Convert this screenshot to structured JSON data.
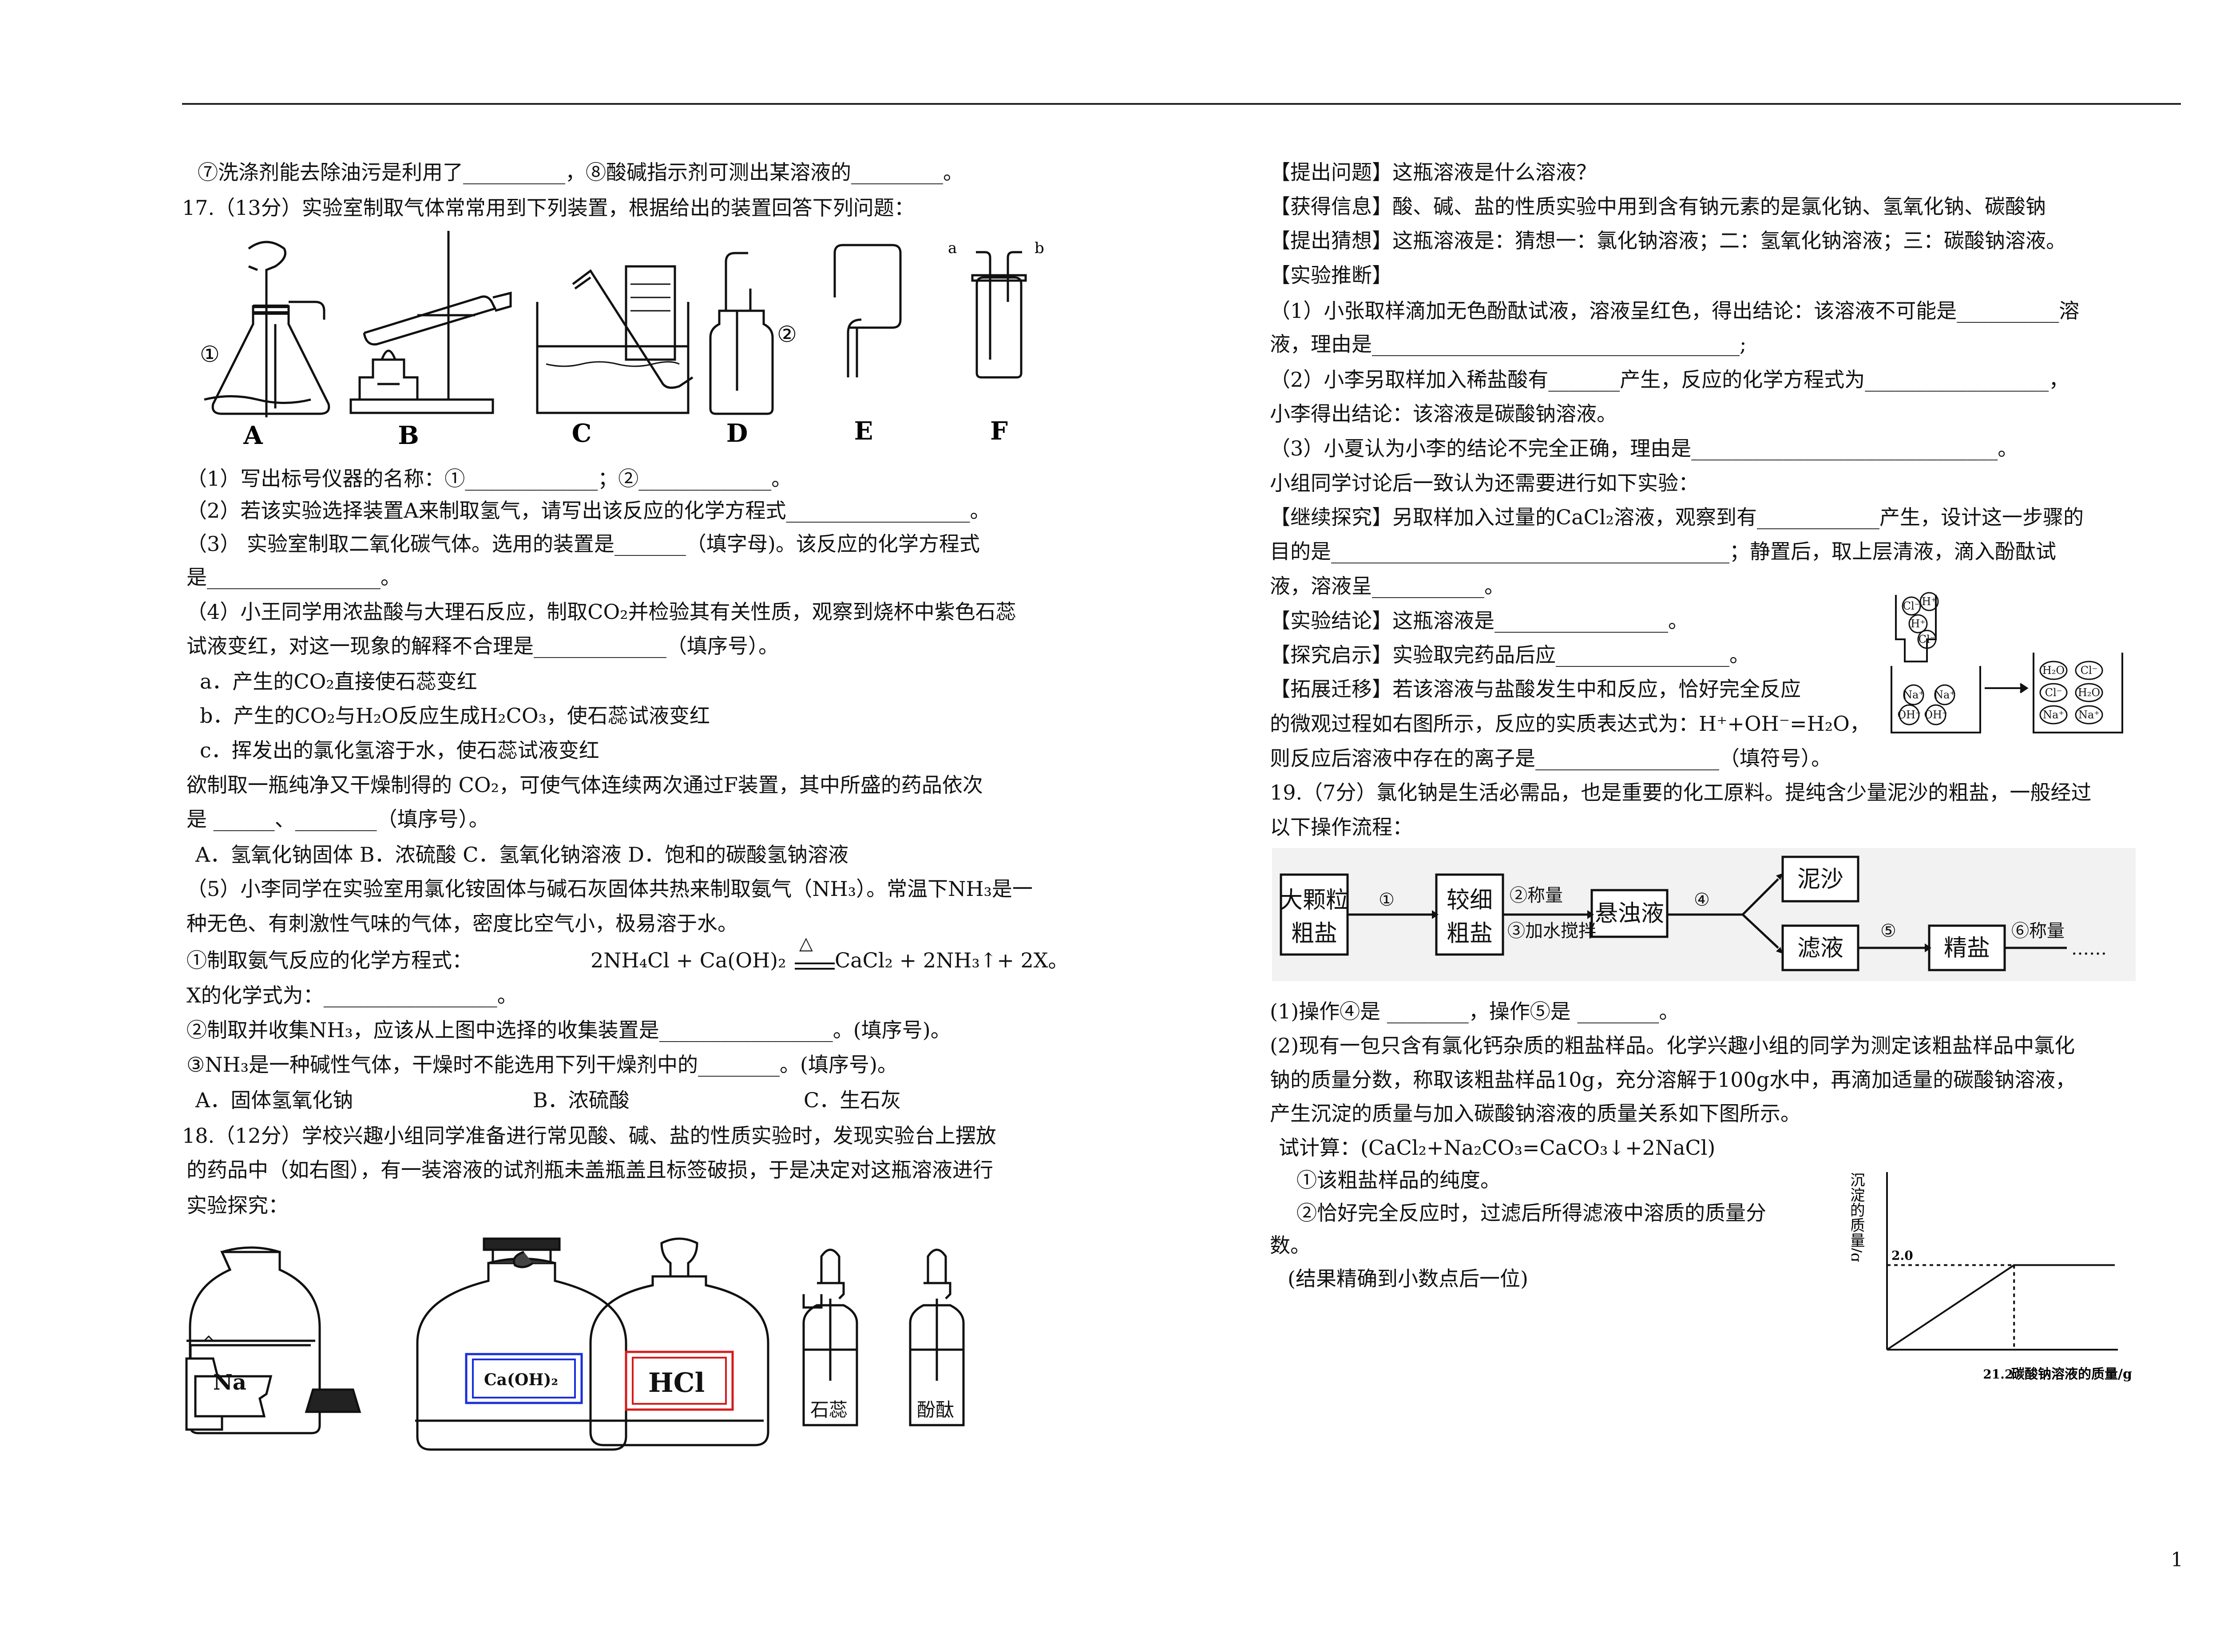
{
  "page": {
    "number": "1"
  },
  "left": {
    "l1": "⑦洗涤剂能去除油污是利用了__________，⑧酸碱指示剂可测出某溶液的_________。",
    "q17": "17.（13分）实验室制取气体常常用到下列装置，根据给出的装置回答下列问题：",
    "apparatus_labels": [
      "A",
      "B",
      "C",
      "D",
      "E",
      "F"
    ],
    "circle1": "①",
    "circle2": "②",
    "port_a": "a",
    "port_b": "b",
    "p1": "（1）写出标号仪器的名称：①_____________；②_____________。",
    "p2": "（2）若该实验选择装置A来制取氢气，请写出该反应的化学方程式__________________。",
    "p3a": "（3） 实验室制取二氧化碳气体。选用的装置是_______（填字母)。该反应的化学方程式",
    "p3b": "是_________________。",
    "p4a": "（4）小王同学用浓盐酸与大理石反应，制取CO₂并检验其有关性质，观察到烧杯中紫色石蕊",
    "p4b": "试液变红，对这一现象的解释不合理是_____________（填序号）。",
    "opt_a": "a．产生的CO₂直接使石蕊变红",
    "opt_b": "b．产生的CO₂与H₂O反应生成H₂CO₃，使石蕊试液变红",
    "opt_c": "c．挥发出的氯化氢溶于水，使石蕊试液变红",
    "p4c": "欲制取一瓶纯净又干燥制得的 CO₂，可使气体连续两次通过F装置，其中所盛的药品依次",
    "p4d": "是 ______、________（填序号）。",
    "p4opts": "A．氢氧化钠固体   B．浓硫酸   C．氢氧化钠溶液   D．饱和的碳酸氢钠溶液",
    "p5a": "（5）小李同学在实验室用氯化铵固体与碱石灰固体共热来制取氨气（NH₃）。常温下NH₃是一",
    "p5b": "种无色、有刺激性气味的气体，密度比空气小，极易溶于水。",
    "p5c_left": "①制取氨气反应的化学方程式：",
    "p5c_eq1": "2NH₄Cl + Ca(OH)₂",
    "p5c_heat": "△",
    "p5c_eq2": "CaCl₂ + 2NH₃↑+ 2X。",
    "p5d": "X的化学式为：_________________。",
    "p5e": "②制取并收集NH₃，应该从上图中选择的收集装置是_________________。(填序号)。",
    "p5f": "③NH₃是一种碱性气体，干燥时不能选用下列干燥剂中的________。(填序号)。",
    "p5g_a": "A．固体氢氧化钠",
    "p5g_b": "B．浓硫酸",
    "p5g_c": "C．生石灰",
    "q18a": "18.（12分）学校兴趣小组同学准备进行常见酸、碱、盐的性质实验时，发现实验台上摆放",
    "q18b": "的药品中（如右图），有一装溶液的试剂瓶未盖瓶盖且标签破损，于是决定对这瓶溶液进行",
    "q18c": "实验探究：",
    "bottle_labels": {
      "na": "Na",
      "caoh": "Ca(OH)₂",
      "hcl": "HCl",
      "litmus": "石蕊",
      "phenol": "酚酞"
    }
  },
  "right": {
    "r1": "【提出问题】这瓶溶液是什么溶液？",
    "r2": "【获得信息】酸、碱、盐的性质实验中用到含有钠元素的是氯化钠、氢氧化钠、碳酸钠",
    "r3": "【提出猜想】这瓶溶液是：猜想一：氯化钠溶液；二：氢氧化钠溶液；三：碳酸钠溶液。",
    "r4": "【实验推断】",
    "r5": "（1）小张取样滴加无色酚酞试液，溶液呈红色，得出结论：该溶液不可能是__________溶",
    "r6": "液，理由是____________________________________;",
    "r7": "（2）小李另取样加入稀盐酸有_______产生，反应的化学方程式为__________________，",
    "r8": "小李得出结论：该溶液是碳酸钠溶液。",
    "r9": "（3）小夏认为小李的结论不完全正确，理由是______________________________。",
    "r10": "小组同学讨论后一致认为还需要进行如下实验：",
    "r11": "【继续探究】另取样加入过量的CaCl₂溶液，观察到有____________产生，设计这一步骤的",
    "r12": "目的是_______________________________________；静置后，取上层清液，滴入酚酞试",
    "r13": "液，溶液呈___________。",
    "r14": "【实验结论】这瓶溶液是_________________。",
    "r15": "【探究启示】实验取完药品后应_________________。",
    "r16": "【拓展迁移】若该溶液与盐酸发生中和反应，恰好完全反应",
    "r17": "的微观过程如右图所示，反应的实质表达式为：H⁺+OH⁻=H₂O，",
    "r18": "则反应后溶液中存在的离子是__________________（填符号）。",
    "q19a": "19.（7分）氯化钠是生活必需品，也是重要的化工原料。提纯含少量泥沙的粗盐，一般经过",
    "q19b": "以下操作流程：",
    "flow": {
      "b1a": "大颗粒",
      "b1b": "粗盐",
      "s1": "①",
      "b2a": "较细",
      "b2b": "粗盐",
      "s2": "②称量",
      "s3": "③加水搅拌",
      "b3": "悬浊液",
      "s4": "④",
      "b4": "泥沙",
      "b5": "滤液",
      "s5": "⑤",
      "b6": "精盐",
      "s6": "⑥称量",
      "tail": "……"
    },
    "ions": {
      "cl": "Cl⁻",
      "h": "H⁺",
      "na": "Na⁺",
      "oh": "OH⁻",
      "h2o": "H₂O"
    },
    "r19": "(1)操作④是 ________，操作⑤是 ________。",
    "r20": "(2)现有一包只含有氯化钙杂质的粗盐样品。化学兴趣小组的同学为测定该粗盐样品中氯化",
    "r21": "钠的质量分数，称取该粗盐样品10g，充分溶解于100g水中，再滴加适量的碳酸钠溶液，",
    "r22": "产生沉淀的质量与加入碳酸钠溶液的质量关系如下图所示。",
    "r23": "试计算：(CaCl₂+Na₂CO₃=CaCO₃↓+2NaCl)",
    "r24": "①该粗盐样品的纯度。",
    "r25": "②恰好完全反应时，过滤后所得滤液中溶质的质量分",
    "r26": "数。",
    "r27": "(结果精确到小数点后一位)"
  },
  "chart_data": {
    "type": "line",
    "x": [
      0,
      21.2,
      38
    ],
    "y": [
      0,
      2.0,
      2.0
    ],
    "ylabel": "沉淀的质量/g",
    "xlabel": "碳酸钠溶液的质量/g",
    "tick_y": "2.0",
    "tick_x": "21.2"
  }
}
